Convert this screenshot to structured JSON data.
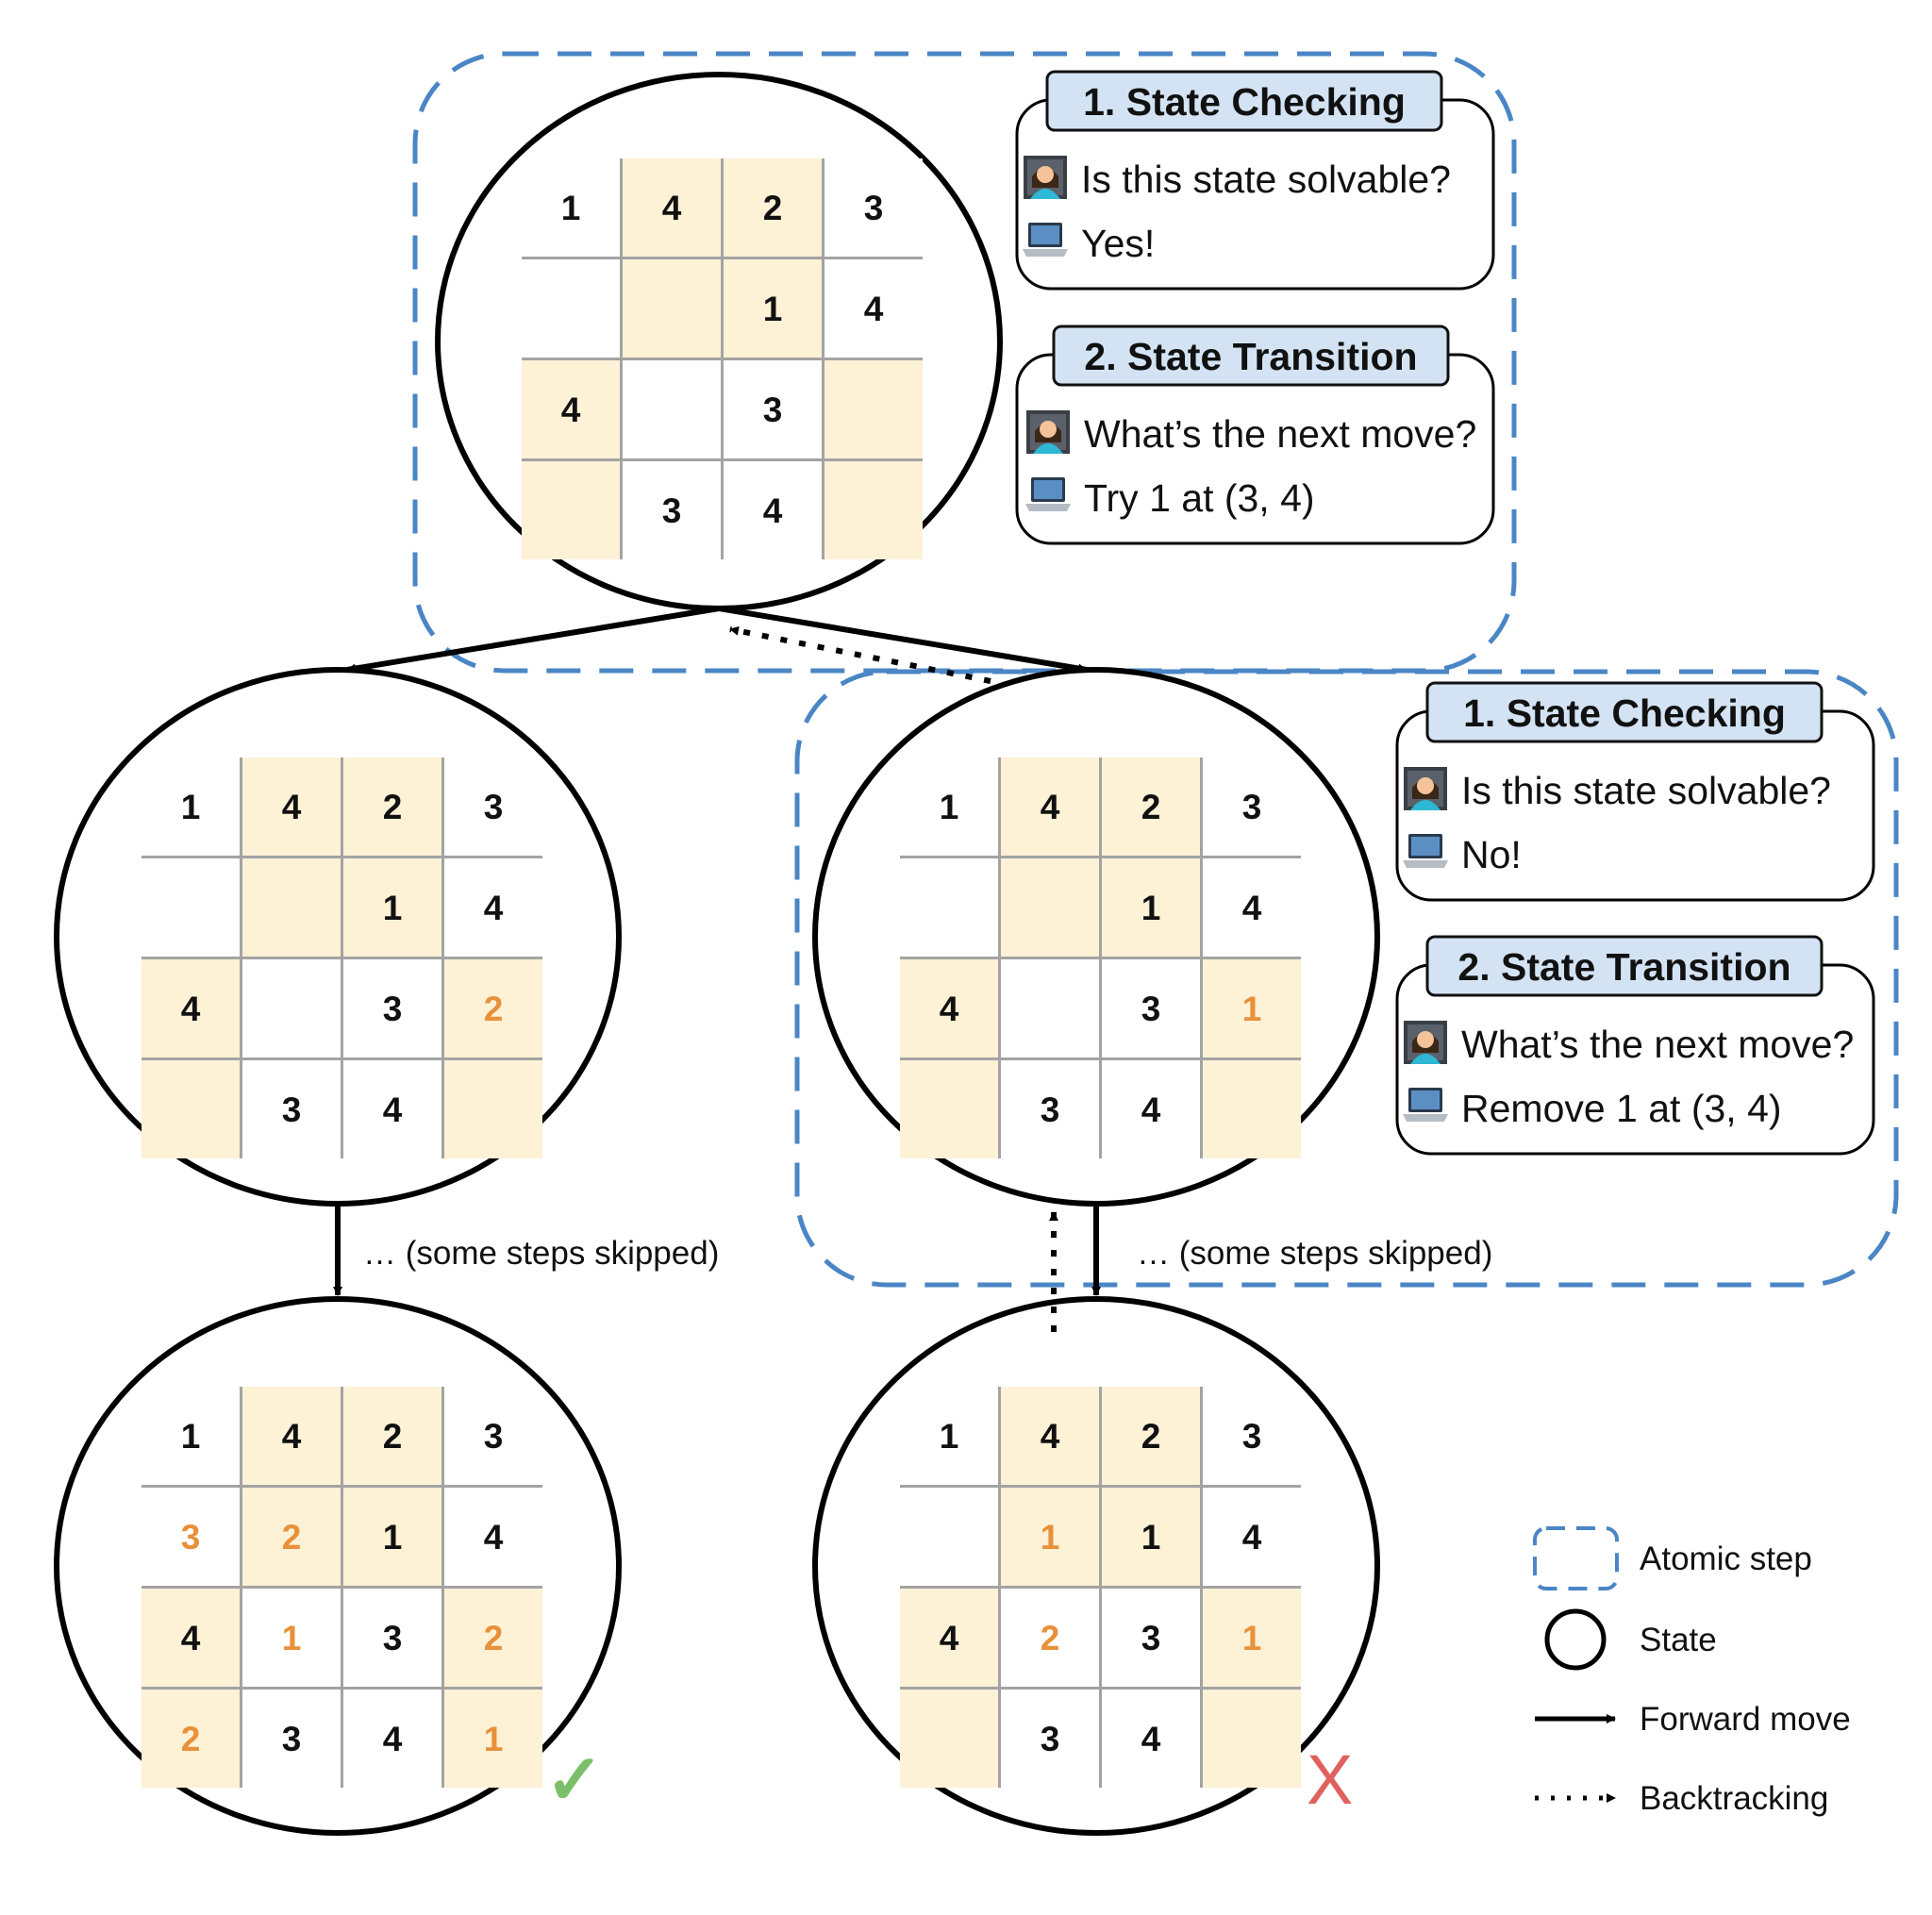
{
  "colors": {
    "atomic_dash": "#4a86c5",
    "header_fill": "#d3e3f3",
    "shaded_cell": "#fdf1d6",
    "white_cell": "#ffffff",
    "grid_line": "#a3a3a3",
    "given_digit": "#111111",
    "filled_digit": "#e8913a",
    "success": "#7cbf6b",
    "failure": "#e0625e"
  },
  "states": [
    {
      "id": "root",
      "grid": [
        [
          "1",
          "4",
          "2",
          "3"
        ],
        [
          "",
          "",
          "1",
          "4"
        ],
        [
          "4",
          "",
          "3",
          ""
        ],
        [
          "",
          "3",
          "4",
          ""
        ]
      ],
      "filled": []
    },
    {
      "id": "left-mid",
      "grid": [
        [
          "1",
          "4",
          "2",
          "3"
        ],
        [
          "",
          "",
          "1",
          "4"
        ],
        [
          "4",
          "",
          "3",
          "2"
        ],
        [
          "",
          "3",
          "4",
          ""
        ]
      ],
      "filled": [
        [
          2,
          3
        ]
      ]
    },
    {
      "id": "right-mid",
      "grid": [
        [
          "1",
          "4",
          "2",
          "3"
        ],
        [
          "",
          "",
          "1",
          "4"
        ],
        [
          "4",
          "",
          "3",
          "1"
        ],
        [
          "",
          "3",
          "4",
          ""
        ]
      ],
      "filled": [
        [
          2,
          3
        ]
      ]
    },
    {
      "id": "left-bottom",
      "grid": [
        [
          "1",
          "4",
          "2",
          "3"
        ],
        [
          "3",
          "2",
          "1",
          "4"
        ],
        [
          "4",
          "1",
          "3",
          "2"
        ],
        [
          "2",
          "3",
          "4",
          "1"
        ]
      ],
      "filled": [
        [
          1,
          0
        ],
        [
          1,
          1
        ],
        [
          2,
          1
        ],
        [
          2,
          3
        ],
        [
          3,
          0
        ],
        [
          3,
          3
        ]
      ]
    },
    {
      "id": "right-bottom",
      "grid": [
        [
          "1",
          "4",
          "2",
          "3"
        ],
        [
          "",
          "1",
          "1",
          "4"
        ],
        [
          "4",
          "2",
          "3",
          "1"
        ],
        [
          "",
          "3",
          "4",
          ""
        ]
      ],
      "filled": [
        [
          1,
          1
        ],
        [
          2,
          1
        ],
        [
          2,
          3
        ]
      ]
    }
  ],
  "panels": [
    {
      "checking": {
        "title": "1. State Checking",
        "question": "Is this state solvable?",
        "answer": "Yes!"
      },
      "transition": {
        "title": "2. State Transition",
        "question": "What’s the next move?",
        "answer": "Try 1 at (3, 4)"
      }
    },
    {
      "checking": {
        "title": "1. State Checking",
        "question": "Is this state solvable?",
        "answer": "No!"
      },
      "transition": {
        "title": "2. State Transition",
        "question": "What’s the next move?",
        "answer": "Remove 1 at (3, 4)"
      }
    }
  ],
  "skip_text": "… (some steps skipped)",
  "outcomes": {
    "success_mark": "✓",
    "failure_mark": "X"
  },
  "icons": {
    "user": "person-at-computer-icon",
    "computer": "laptop-icon"
  },
  "legend": [
    {
      "icon": "atomic-step-icon",
      "label": "Atomic step"
    },
    {
      "icon": "state-icon",
      "label": "State"
    },
    {
      "icon": "forward-arrow-icon",
      "label": "Forward move"
    },
    {
      "icon": "backtrack-arrow-icon",
      "label": "Backtracking"
    }
  ]
}
